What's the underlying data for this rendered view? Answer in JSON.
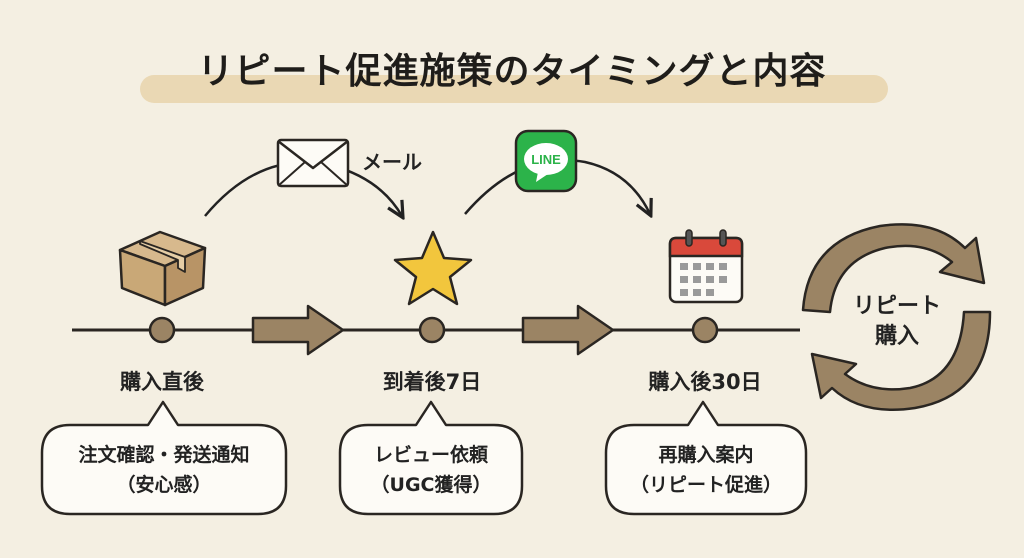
{
  "title": "リピート促進施策のタイミングと内容",
  "channels": {
    "mail": "メール",
    "line_icon_text": "LINE"
  },
  "steps": [
    {
      "label": "購入直後",
      "bubble": [
        "注文確認・発送通知",
        "（安心感）"
      ]
    },
    {
      "label": "到着後7日",
      "bubble": [
        "レビュー依頼",
        "（UGC獲得）"
      ]
    },
    {
      "label": "購入後30日",
      "bubble": [
        "再購入案内",
        "（リピート促進）"
      ]
    }
  ],
  "repeat": [
    "リピート",
    "購入"
  ],
  "colors": {
    "background": "#f4efe2",
    "highlight": "#ead8b4",
    "arrow_brown": "#9b8464",
    "line_green": "#2cb34a"
  },
  "icons": [
    "box-icon",
    "mail-icon",
    "star-icon",
    "line-icon",
    "calendar-icon",
    "cycle-arrow-icon"
  ]
}
